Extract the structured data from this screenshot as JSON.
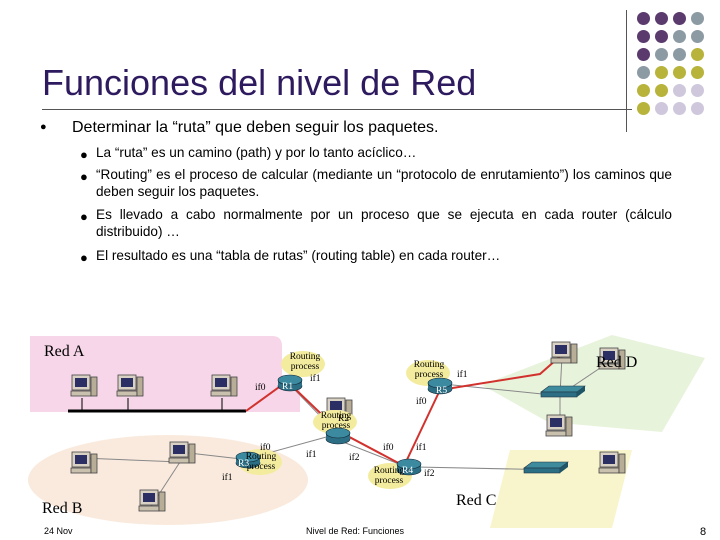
{
  "slide": {
    "title": "Funciones del nivel de Red",
    "main_bullet": "Determinar la “ruta” que deben seguir los paquetes.",
    "sub_bullets": [
      "La “ruta” es un camino (path) y por lo tanto acíclico…",
      "“Routing” es el proceso de calcular (mediante un “protocolo de enrutamiento”) los caminos que deben seguir los paquetes.",
      "Es llevado a cabo normalmente por un proceso que se ejecuta en cada router (cálculo distribuido) …",
      "El resultado es una “tabla de rutas” (routing table) en cada router…"
    ]
  },
  "diagram": {
    "networks": {
      "a": "Red A",
      "b": "Red B",
      "c": "Red C",
      "d": "Red D"
    },
    "routers": {
      "r1": "R1",
      "r2": "R2",
      "r3": "R3",
      "r4": "R4",
      "r5": "R5"
    },
    "routing_process": "Routing process",
    "interfaces": {
      "if0": "if0",
      "if1": "if1",
      "if2": "if2"
    }
  },
  "footer": {
    "date": "24 Nov",
    "center": "Nivel de Red: Funciones",
    "page": "8"
  },
  "colors": {
    "title": "#2e1a5e",
    "purple": "#5b3a6e",
    "grey": "#8c9aa4",
    "olive": "#b8b33a",
    "lavender": "#cfc8dc",
    "red_a_bg": "#f6d6e8",
    "red_b_bg": "#f9eadd",
    "red_c_bg": "#f8f5cc",
    "red_d_bg": "#e8f3dc",
    "path": "#d2322d",
    "router_label_bg": "#f3ec9e"
  }
}
